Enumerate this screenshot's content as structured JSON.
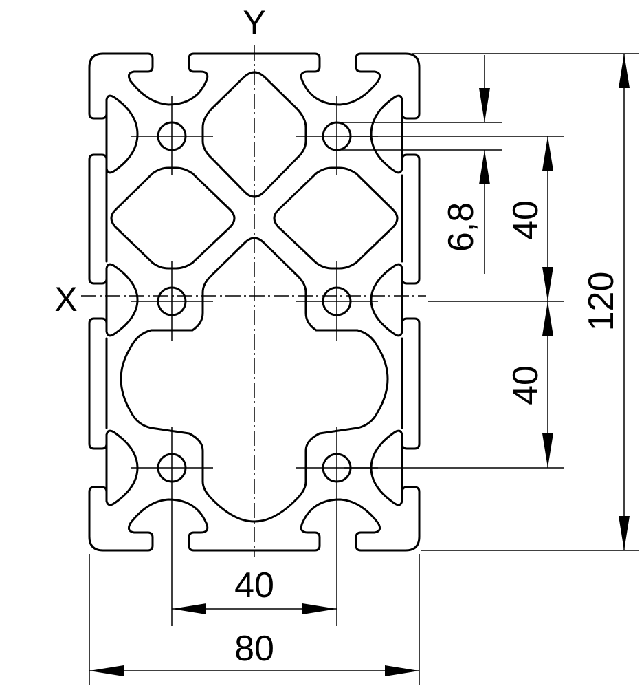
{
  "axes": {
    "y_label": "Y",
    "x_label": "X"
  },
  "dimensions": {
    "bottom_inner": "40",
    "bottom_overall": "80",
    "right_hole_diameter": "6,8",
    "right_upper_pitch": "40",
    "right_lower_pitch": "40",
    "right_overall": "120"
  },
  "colors": {
    "line": "#000000",
    "background": "#ffffff"
  }
}
